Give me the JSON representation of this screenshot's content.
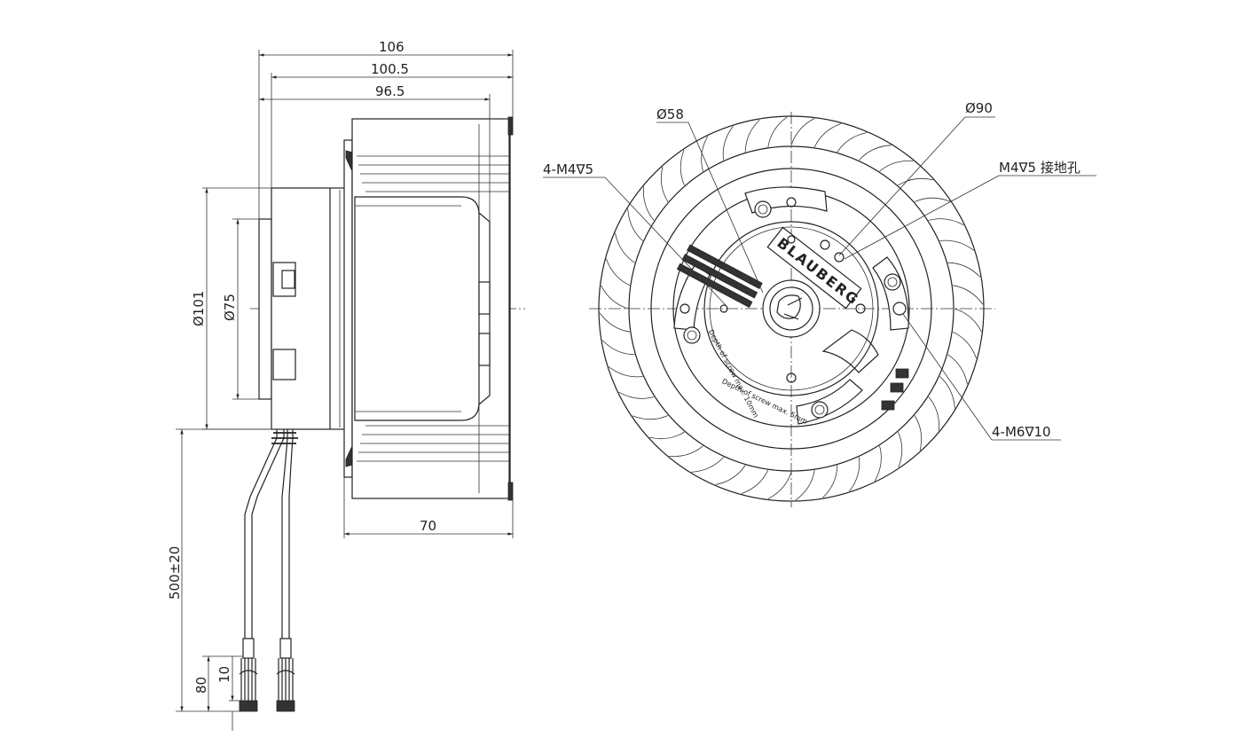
{
  "side_view": {
    "dims": {
      "overall_width": "106",
      "housing_width": "100.5",
      "impeller_width": "96.5",
      "diameter_outer": "Ø101",
      "diameter_inner": "Ø75",
      "impeller_depth": "70",
      "cable_length": "500±20",
      "strip_length": "80",
      "tip_length": "10"
    }
  },
  "front_view": {
    "labels": {
      "hub_diameter": "Ø58",
      "mount_diameter": "Ø90",
      "small_holes": "4-M4∇5",
      "ground_hole": "M4∇5 接地孔",
      "large_holes": "4-M6∇10"
    },
    "brand_text": "BLAUBERG",
    "rim_text_1": "Depth of screw max. 10mm",
    "rim_text_2": "Depth of screw max. 5mm"
  }
}
